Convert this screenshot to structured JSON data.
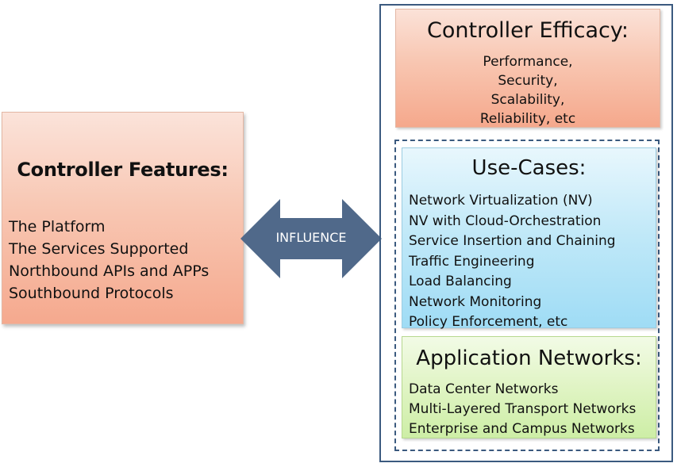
{
  "features": {
    "title": "Controller Features:",
    "items": [
      "The Platform",
      "The Services Supported",
      "Northbound APIs and APPs",
      "Southbound Protocols"
    ]
  },
  "arrow": {
    "label": "INFLUENCE",
    "color": "#50698a"
  },
  "efficacy": {
    "title": "Controller Efficacy:",
    "items": [
      "Performance,",
      "Security,",
      "Scalability,",
      "Reliability, etc"
    ]
  },
  "usecases": {
    "title": "Use-Cases:",
    "items": [
      "Network Virtualization (NV)",
      "NV with Cloud-Orchestration",
      "Service Insertion and Chaining",
      "Traffic Engineering",
      "Load Balancing",
      "Network Monitoring",
      "Policy Enforcement, etc"
    ]
  },
  "appnets": {
    "title": "Application Networks:",
    "items": [
      "Data Center Networks",
      "Multi-Layered Transport Networks",
      "Enterprise and Campus Networks"
    ]
  }
}
